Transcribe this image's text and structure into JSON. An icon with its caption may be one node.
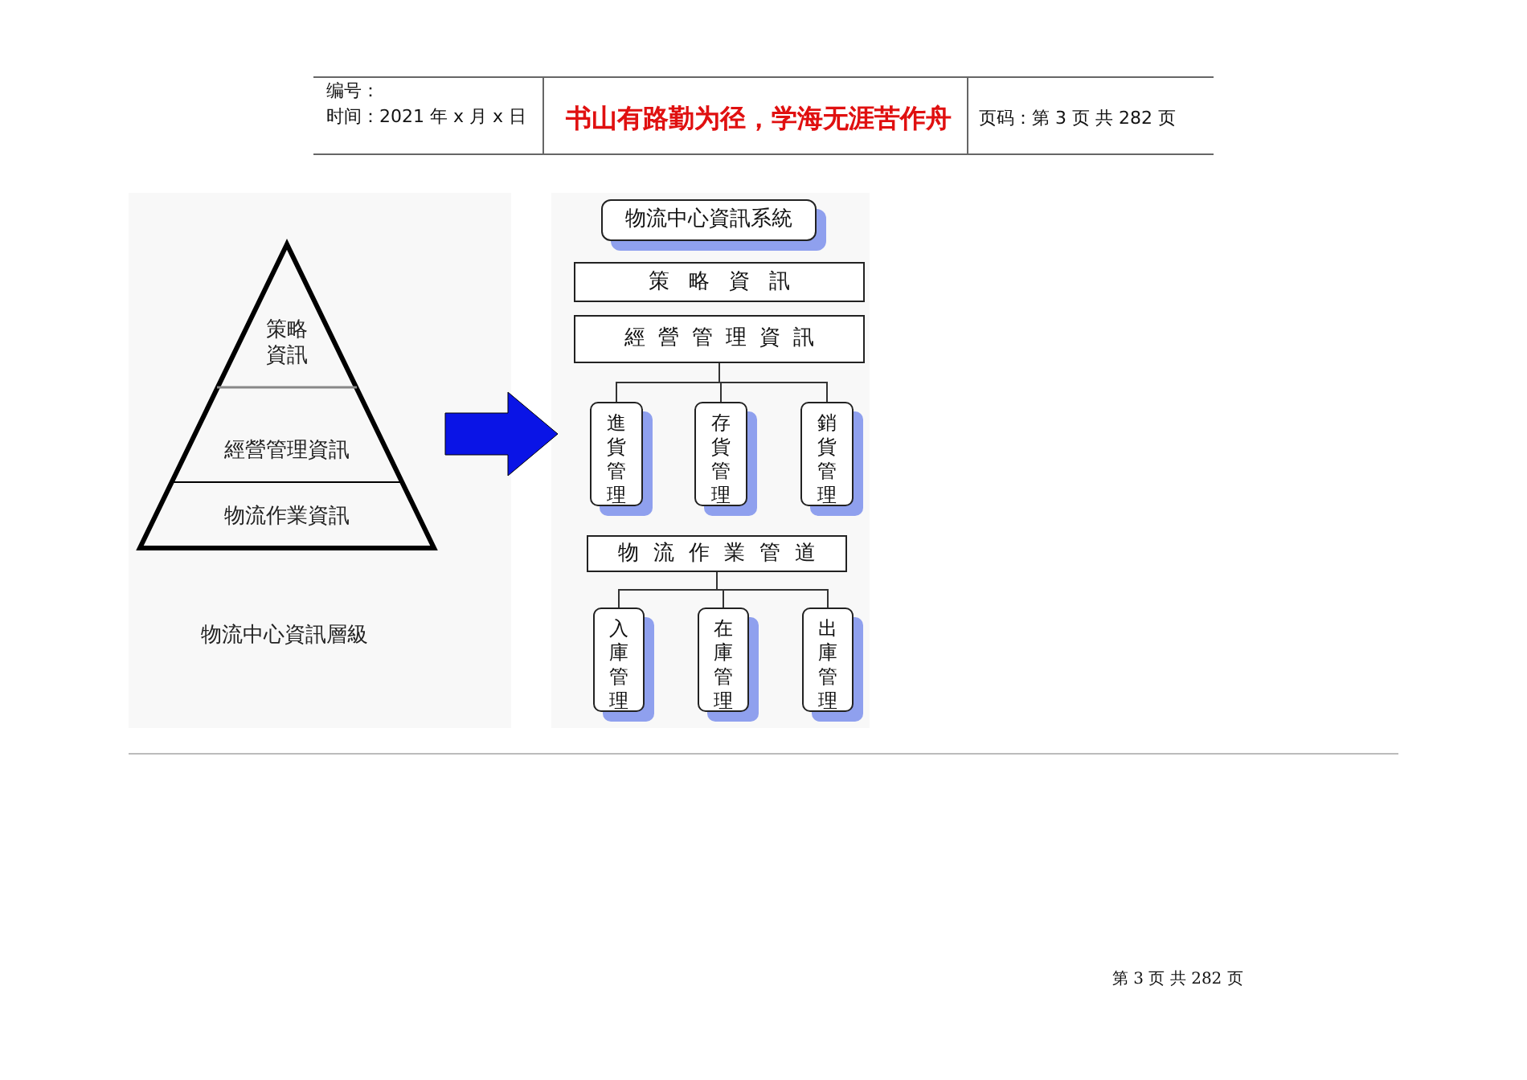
{
  "diagram": {
    "nodes": [
      {
        "text": [],
        "shape": "triangle",
        "beside": [
          "物流中心資訊層級"
        ]
      },
      {
        "text": [
          "策略資訊"
        ],
        "in": 0
      },
      {
        "text": [
          "經營管理資訊"
        ],
        "in": 0
      },
      {
        "text": [
          "物流作業資訊"
        ],
        "in": 0
      },
      {
        "text": [
          "物流中心資訊系統"
        ]
      },
      {
        "text": [
          "策略資訊"
        ]
      },
      {
        "text": [
          "經營管理資訊"
        ]
      },
      {
        "text": [
          "進貨管理"
        ]
      },
      {
        "text": [
          "存貨管理"
        ]
      },
      {
        "text": [
          "銷貨管理"
        ]
      },
      {
        "text": [
          "物流作業管道"
        ]
      },
      {
        "text": [
          "入庫管理"
        ]
      },
      {
        "text": [
          "在庫管理"
        ]
      },
      {
        "text": [
          "出庫管理"
        ]
      }
    ],
    "edges": [
      {
        "from": 6,
        "to": 7,
        "arrow": "none"
      },
      {
        "from": 6,
        "to": 8,
        "arrow": "none"
      },
      {
        "from": 6,
        "to": 9,
        "arrow": "none"
      },
      {
        "from": 10,
        "to": 11,
        "arrow": "none"
      },
      {
        "from": 10,
        "to": 12,
        "arrow": "none"
      },
      {
        "from": 10,
        "to": 13,
        "arrow": "none"
      }
    ],
    "labels": [
      "编号：",
      "时间：2021 年 x 月 x 日",
      "书山有路勤为径，学海无涯苦作舟",
      "页码：第 3 页 共 282 页",
      "第 3 页 共 282 页"
    ]
  }
}
